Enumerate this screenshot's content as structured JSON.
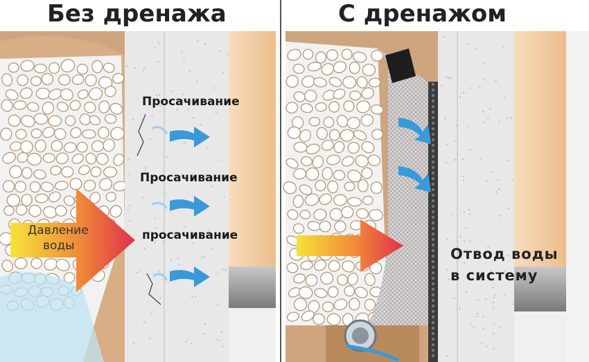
{
  "panels": {
    "left_title": "Без дренажа",
    "right_title": "С дренажом"
  },
  "left_labels": {
    "seep_1": "Просачивание",
    "seep_2": "Просачивание",
    "seep_3": "просачивание",
    "pressure_line1": "Давление",
    "pressure_line2": "воды"
  },
  "right_labels": {
    "drain_line1": "Отвод воды",
    "drain_line2": "в систему"
  },
  "colors": {
    "soil": "#cfa57f",
    "gravel": "#f2f2f2",
    "wall": "#e6e6e6",
    "interior": "#f0c89e",
    "water": "#3a9ad9",
    "arrow_start": "#f5e23a",
    "arrow_end": "#e0304a"
  }
}
